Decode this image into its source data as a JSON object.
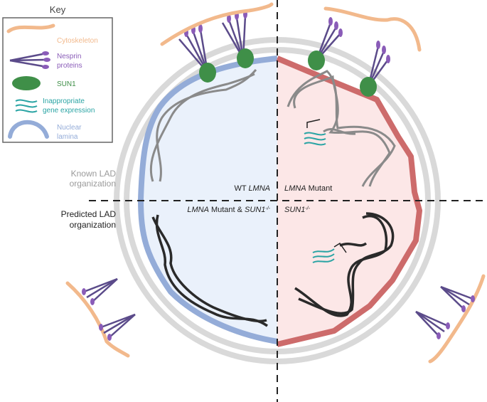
{
  "key": {
    "title": "Key",
    "items": [
      {
        "label_lines": [
          "Cytoskeleton"
        ],
        "color": "#f2b98c",
        "icon": "cytoskeleton-icon"
      },
      {
        "label_lines": [
          "Nesprin",
          "proteins"
        ],
        "color": "#8a5cb8",
        "icon": "nesprin-icon"
      },
      {
        "label_lines": [
          "SUN1"
        ],
        "color": "#3f8f48",
        "icon": "sun1-icon"
      },
      {
        "label_lines": [
          "Inappropriate",
          "gene expression"
        ],
        "color": "#2aa4a4",
        "icon": "gene-expression-icon"
      },
      {
        "label_lines": [
          "Nuclear",
          "lamina"
        ],
        "color": "#94acd8",
        "icon": "nuclear-lamina-icon"
      }
    ]
  },
  "rows": {
    "known": [
      "Known LAD",
      "organization"
    ],
    "predicted": [
      "Predicted LAD",
      "organization"
    ]
  },
  "quadrants": {
    "top_left": [
      {
        "t": "WT ",
        "i": false
      },
      {
        "t": "LMNA",
        "i": true
      }
    ],
    "top_right": [
      {
        "t": "LMNA",
        "i": true
      },
      {
        "t": " Mutant",
        "i": false
      }
    ],
    "bottom_left": [
      {
        "t": "LMNA",
        "i": true
      },
      {
        "t": " Mutant & ",
        "i": false
      },
      {
        "t": "SUN1",
        "i": true
      },
      {
        "t": "-/-",
        "i": true,
        "sup": true
      }
    ],
    "bottom_right": [
      {
        "t": "SUN1",
        "i": true
      },
      {
        "t": "-/-",
        "i": true,
        "sup": true
      }
    ]
  },
  "colors": {
    "lamina_wt": "#94acd8",
    "lamina_mutant": "#cd6b6b",
    "nucleus_wt_fill": "#eaf1fb",
    "nucleus_mutant_fill": "#fce7e7",
    "envelope": "#d9d9d9",
    "cytoskeleton": "#f2b98c",
    "nesprin": "#5b4b8a",
    "nesprin_tip": "#8a5cb8",
    "sun1": "#3f8f48",
    "chromatin_known": "#8a8a8a",
    "chromatin_predicted": "#2a2a2a",
    "gene_expression": "#2aa4a4",
    "label_gray": "#9a9a9a",
    "label_dark": "#222222"
  }
}
